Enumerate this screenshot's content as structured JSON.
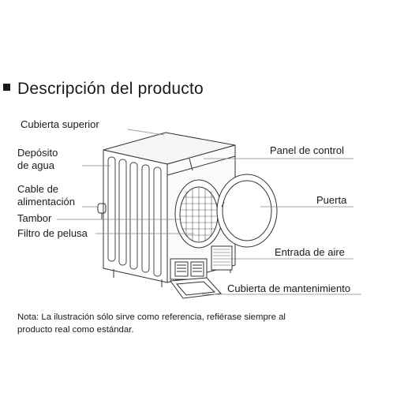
{
  "heading": "Descripción del producto",
  "labels": {
    "top_cover": "Cubierta superior",
    "water_tank_1": "Depósito",
    "water_tank_2": "de agua",
    "power_cable_1": "Cable de",
    "power_cable_2": "alimentación",
    "drum": "Tambor",
    "lint_filter": "Filtro de pelusa",
    "control_panel": "Panel de control",
    "door": "Puerta",
    "air_inlet": "Entrada de aire",
    "maintenance_cover": "Cubierta de mantenimiento"
  },
  "note": {
    "line1": "Nota: La ilustración sólo sirve como referencia, refiérase siempre al",
    "line2": "producto real como estándar."
  }
}
